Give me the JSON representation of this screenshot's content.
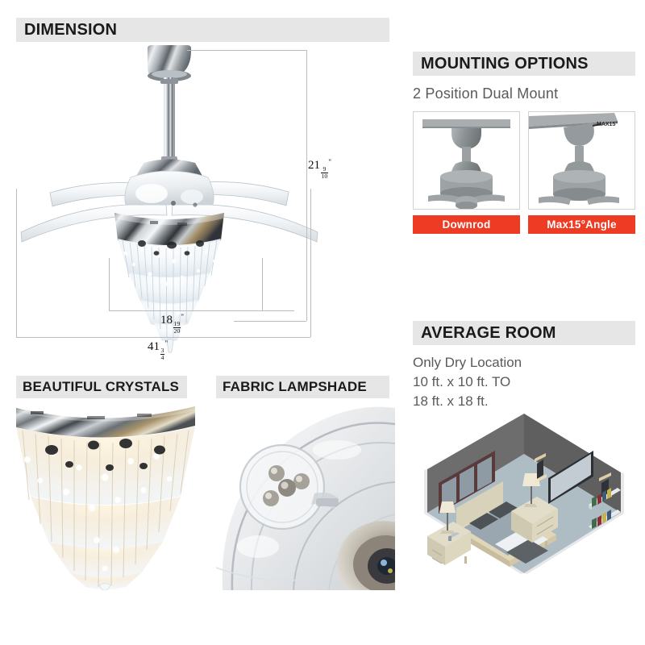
{
  "sections": {
    "dimension": {
      "title": "DIMENSION",
      "measurements": {
        "height": {
          "whole": "21",
          "numerator": "9",
          "denominator": "10",
          "unit": "\""
        },
        "body_width": {
          "whole": "18",
          "numerator": "19",
          "denominator": "20",
          "unit": "\""
        },
        "blade_span": {
          "whole": "41",
          "numerator": "3",
          "denominator": "4",
          "unit": "\""
        }
      }
    },
    "mounting": {
      "title": "MOUNTING OPTIONS",
      "subtitle": "2 Position Dual Mount",
      "options": [
        {
          "label": "Downrod",
          "diagram": "straight-downrod-fan"
        },
        {
          "label": "Max15°Angle",
          "diagram": "angled-ceiling-fan",
          "annotation": "MAX15°"
        }
      ]
    },
    "average_room": {
      "title": "AVERAGE ROOM",
      "lines": [
        "Only Dry Location",
        "10 ft. x 10 ft. TO",
        "18 ft. x 18 ft."
      ]
    },
    "crystals": {
      "title": "BEAUTIFUL CRYSTALS"
    },
    "lampshade": {
      "title": "FABRIC LAMPSHADE"
    }
  },
  "colors": {
    "header_bar": "#e6e6e6",
    "button_red": "#ee3b24",
    "dimension_line": "#b9bcc0",
    "body_text": "#5a5a5a",
    "heading_text": "#1a1a1a"
  }
}
